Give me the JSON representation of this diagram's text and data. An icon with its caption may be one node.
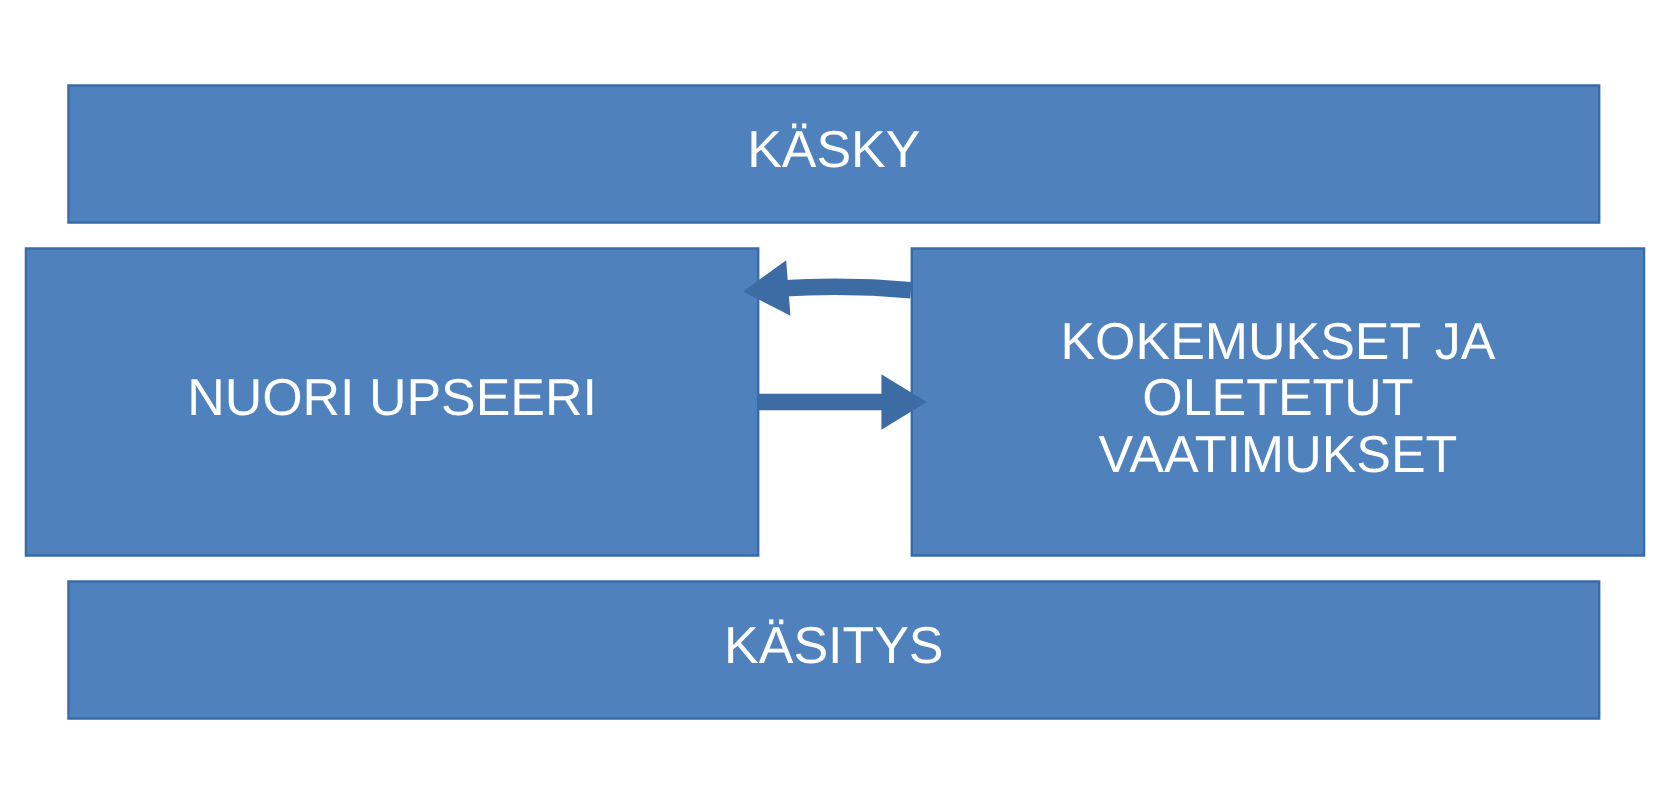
{
  "diagram": {
    "nodes": [
      {
        "text": [
          "KÄSKY"
        ]
      },
      {
        "text": [
          "NUORI UPSEERI"
        ]
      },
      {
        "text": [
          "KOKEMUKSET JA OLETETUT VAATIMUKSET"
        ]
      },
      {
        "text": [
          "KÄSITYS"
        ]
      }
    ],
    "edges": [
      {
        "from": 1,
        "to": 2,
        "arrow": "to"
      },
      {
        "from": 2,
        "to": 1,
        "arrow": "to"
      }
    ]
  }
}
